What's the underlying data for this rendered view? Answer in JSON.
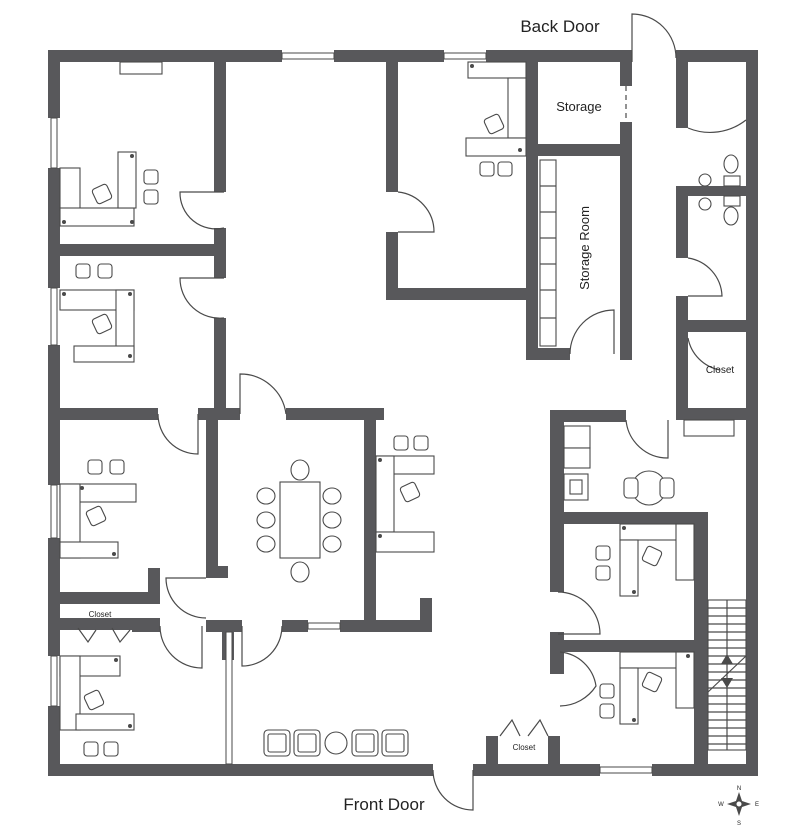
{
  "labels": {
    "back_door": "Back Door",
    "front_door": "Front Door",
    "storage": "Storage",
    "storage_room": "Storage Room",
    "closet_right": "Closet",
    "closet_left": "Closet",
    "closet_bottom": "Closet"
  },
  "compass": {
    "n": "N",
    "s": "S",
    "e": "E",
    "w": "W"
  },
  "colors": {
    "wall": "#58585b",
    "line": "#4a4a4a",
    "background": "#ffffff"
  }
}
